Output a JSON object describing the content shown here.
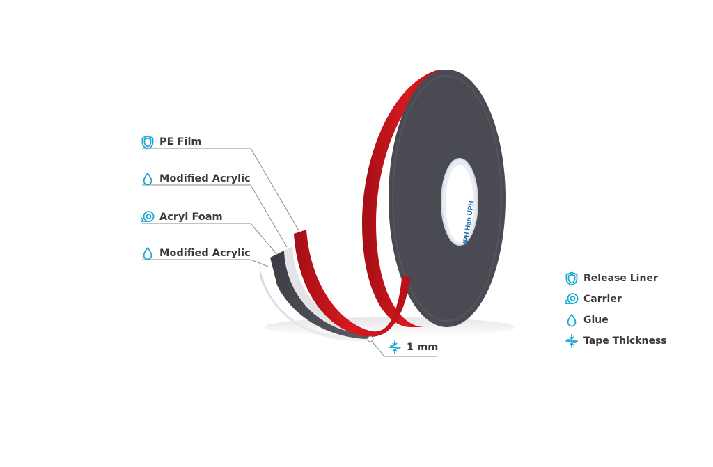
{
  "colors": {
    "accent": "#19a6d4",
    "liner_red": "#c8141c",
    "foam_dark": "#45454f",
    "acrylic_white": "#e9e9ec",
    "text": "#3a3a3a",
    "leader": "#8a8a8a"
  },
  "callouts": [
    {
      "label": "PE Film",
      "icon": "shield-icon"
    },
    {
      "label": "Modified Acrylic",
      "icon": "drop-icon"
    },
    {
      "label": "Acryl Foam",
      "icon": "roll-icon"
    },
    {
      "label": "Modified Acrylic",
      "icon": "drop-icon"
    }
  ],
  "thickness": {
    "label": "1 mm",
    "icon": "compress-icon"
  },
  "roll_core_text": "UPH Han UPH",
  "legend": [
    {
      "label": "Release Liner",
      "icon": "shield-icon"
    },
    {
      "label": "Carrier",
      "icon": "roll-icon"
    },
    {
      "label": "Glue",
      "icon": "drop-icon"
    },
    {
      "label": "Tape Thickness",
      "icon": "compress-icon"
    }
  ]
}
